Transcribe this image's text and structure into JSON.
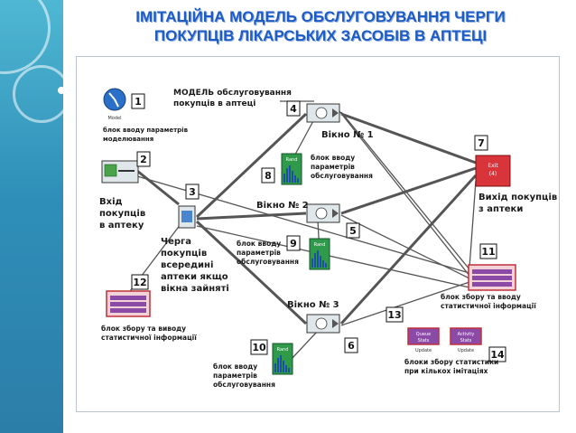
{
  "slide": {
    "title_line1": "ІМІТАЦІЙНА МОДЕЛЬ ОБСЛУГОВУВАННЯ ЧЕРГИ",
    "title_line2": "ПОКУПЦІВ  ЛІКАРСЬКИХ ЗАСОБІВ В АПТЕЦІ"
  },
  "colors": {
    "title": "#1e5cc4",
    "sidebar": "#2f8fb8",
    "number_box": "#ffffff",
    "block_fill": "#dfe7ea",
    "generator_green": "#4aa34a",
    "exit_red": "#d9343a",
    "stats_purple": "#8b4aa6",
    "rand_green": "#2f9a4a",
    "wire": "#555555"
  },
  "diagram": {
    "model_label": [
      "МОДЕЛЬ обслуговування",
      "покупців в аптеці"
    ],
    "clock_label": "Model",
    "numbers": [
      "1",
      "2",
      "3",
      "4",
      "5",
      "6",
      "7",
      "8",
      "9",
      "10",
      "11",
      "12",
      "13",
      "14"
    ],
    "blocks": {
      "b1": [
        "блок вводу параметрів",
        "моделювання"
      ],
      "b2": [
        "Вхід",
        "покупців",
        "в аптеку"
      ],
      "b3": [
        "Черга",
        "покупців",
        "всередині",
        "аптеки якщо",
        "вікна зайняті"
      ],
      "b4": [
        "Вікно № 1"
      ],
      "b5": [
        "Вікно № 2"
      ],
      "b6": [
        "Вікно № 3"
      ],
      "b7": [
        "Вихід покупців",
        "з аптеки"
      ],
      "b8": [
        "блок вводу",
        "параметрів",
        "обслуговування"
      ],
      "b9": [
        "блок вводу",
        "параметрів",
        "обслуговування"
      ],
      "b10": [
        "блок вводу",
        "параметрів",
        "обслуговування"
      ],
      "b11": [
        "блок збору та вводу",
        "статистичної інформації"
      ],
      "b12": [
        "блок збору та виводу",
        "статистичної інформації"
      ],
      "b14": [
        "блоки збору статистики",
        "при кількох імітаціях"
      ]
    },
    "small_labels": {
      "rand": "Rand",
      "exit": "Exit",
      "exit_count": "(4)",
      "queue_stats": [
        "Queue",
        "Stats"
      ],
      "activity_stats": [
        "Activity",
        "Stats"
      ],
      "update": "Update"
    }
  }
}
